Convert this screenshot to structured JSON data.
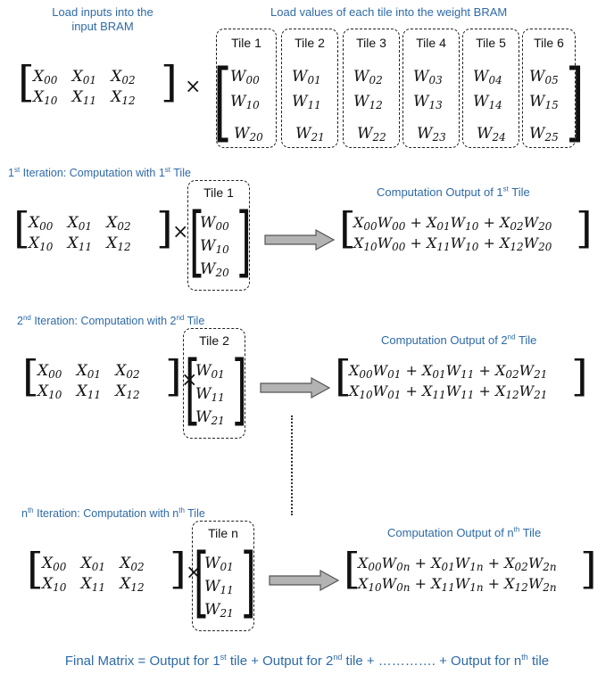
{
  "top": {
    "left_caption_l1": "Load inputs into the",
    "left_caption_l2": "input BRAM",
    "right_caption": "Load values of each tile into the weight BRAM",
    "tiles": [
      "Tile 1",
      "Tile 2",
      "Tile 3",
      "Tile 4",
      "Tile 5",
      "Tile 6"
    ],
    "times": "×"
  },
  "iterations": [
    {
      "title_pre": "1",
      "title_sup1": "st",
      "title_mid": " Iteration: Computation with 1",
      "title_sup2": "st",
      "title_post": " Tile",
      "tile_label": "Tile 1",
      "output_pre": "Computation Output of 1",
      "output_sup": "st",
      "output_post": " Tile",
      "w": [
        "00",
        "10",
        "20"
      ],
      "out_row1": [
        "00",
        "00",
        "01",
        "10",
        "02",
        "20"
      ],
      "out_row2": [
        "10",
        "00",
        "11",
        "10",
        "12",
        "20"
      ]
    },
    {
      "title_pre": "2",
      "title_sup1": "nd",
      "title_mid": " Iteration: Computation with 2",
      "title_sup2": "nd",
      "title_post": " Tile",
      "tile_label": "Tile 2",
      "output_pre": "Computation Output of 2",
      "output_sup": "nd",
      "output_post": " Tile",
      "w": [
        "01",
        "11",
        "21"
      ],
      "out_row1": [
        "00",
        "01",
        "01",
        "11",
        "02",
        "21"
      ],
      "out_row2": [
        "10",
        "01",
        "11",
        "11",
        "12",
        "21"
      ]
    },
    {
      "title_pre": "n",
      "title_sup1": "th",
      "title_mid": " Iteration: Computation with n",
      "title_sup2": "th",
      "title_post": " Tile",
      "tile_label": "Tile n",
      "output_pre": "Computation Output of n",
      "output_sup": "th",
      "output_post": " Tile",
      "w": [
        "01",
        "11",
        "21"
      ],
      "out_row1": [
        "00",
        "0n",
        "01",
        "1n",
        "02",
        "2n"
      ],
      "out_row2": [
        "10",
        "0n",
        "11",
        "1n",
        "12",
        "2n"
      ]
    }
  ],
  "final": {
    "p1": "Final Matrix = Output for 1",
    "s1": "st",
    "p2": " tile + Output for 2",
    "s2": "nd",
    "p3": " tile + …………. + Output for n",
    "s3": "th",
    "p4": " tile"
  },
  "colors": {
    "caption": "#2e6aa8",
    "arrow_fill": "#b3b3b3",
    "arrow_stroke": "#555555"
  }
}
